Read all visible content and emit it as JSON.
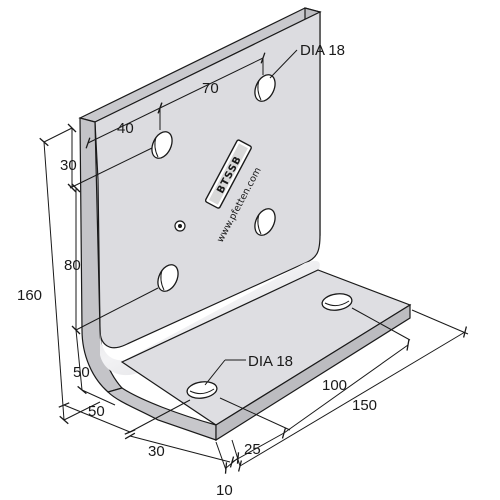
{
  "diagram": {
    "colors": {
      "face": "#d9d9dc",
      "face_light": "#ebebee",
      "edge": "#b9b9bd",
      "line": "#1a1a1a",
      "dim": "#333333"
    },
    "brand_logo": "BTSSB",
    "brand_url": "www.pfetten.com",
    "hole_labels": {
      "vertical_leg": "DIA 18",
      "horizontal_leg": "DIA 18"
    },
    "dimensions": {
      "hole_spacing_top": "70",
      "edge_to_hole_top": "40",
      "top_to_first_hole": "30",
      "hole_pitch_vertical": "80",
      "total_height": "160",
      "bottom_hole_to_corner": "50",
      "inner_corner_to_hole": "50",
      "base_edge_to_hole": "30",
      "base_hole_offset": "100",
      "base_length": "150",
      "base_end_to_hole": "25",
      "thickness": "10"
    }
  }
}
